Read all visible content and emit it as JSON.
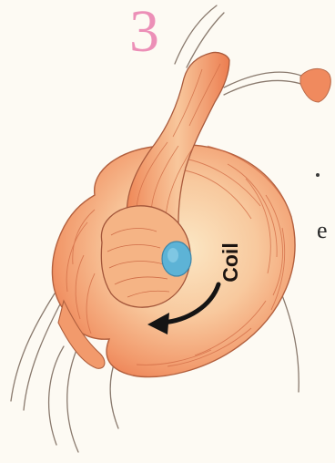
{
  "step": {
    "number": "3"
  },
  "labels": {
    "coil": "Coil"
  },
  "margin": {
    "letter": "e"
  },
  "colors": {
    "step_number": "#ec8fb7",
    "knot_base": "#f08a5e",
    "knot_highlight": "#f9c7a0",
    "rope_line": "#7a5a4a",
    "hole": "#5db3d6",
    "arrow": "#141414",
    "background": "#fdfaf3"
  }
}
